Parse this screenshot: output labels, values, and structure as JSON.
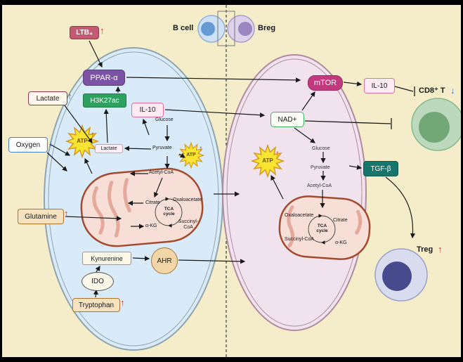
{
  "glyphs": {
    "up": "↑",
    "down": "↓"
  },
  "top": {
    "b_cell": "B cell",
    "breg": "Breg"
  },
  "left_cell": {
    "ltb4": "LTB₄",
    "ppar": "PPAR-α",
    "lactate_external": "Lactate",
    "h3k27ac": "H3K27ac",
    "il10": "IL-10",
    "oxygen": "Oxygen",
    "atp": "ATP",
    "lactate_internal": "Lactate",
    "glucose": "Glucose",
    "pyruvate": "Pyruvate",
    "acetyl_coa": "Acetyl-CoA",
    "citrate": "Citrate",
    "oxaloacetate": "Oxaloacetate",
    "alpha_kg": "α-KG",
    "succinyl_coa": "Succinyl-CoA",
    "tca": "TCA cycle",
    "glutamine": "Glutamine",
    "kynurenine": "Kynurenine",
    "ido": "IDO",
    "tryptophan": "Tryptophan",
    "ahr": "AHR"
  },
  "right_cell": {
    "mtor": "mTOR",
    "nad": "NAD+",
    "atp": "ATP",
    "glucose": "Glucose",
    "pyruvate": "Pyruvate",
    "acetyl_coa": "Acetyl-CoA",
    "oxaloacetate": "Oxaloacetate",
    "citrate": "Citrate",
    "succinyl_coa": "Succinyl-CoA",
    "alpha_kg": "α-KG",
    "tca": "TCA cycle"
  },
  "outputs": {
    "il10": "IL-10",
    "cd8_t": "CD8⁺ T",
    "tgf_beta": "TGF-β",
    "treg": "Treg"
  },
  "colors": {
    "background": "#f5edca",
    "left_cell_fill": "#d9eaf8",
    "right_cell_fill": "#f0e3ed",
    "ltb4_bg": "#c25b72",
    "ppar_bg": "#7c52a5",
    "h3k27ac_bg": "#2fa05f",
    "mtor_bg": "#c2397e",
    "tgfb_bg": "#17766b",
    "up_arrow": "#d03a2f",
    "down_arrow": "#3a78c9",
    "atp_star": "#f9e431",
    "mitochondria_outline": "#a34a2e"
  }
}
